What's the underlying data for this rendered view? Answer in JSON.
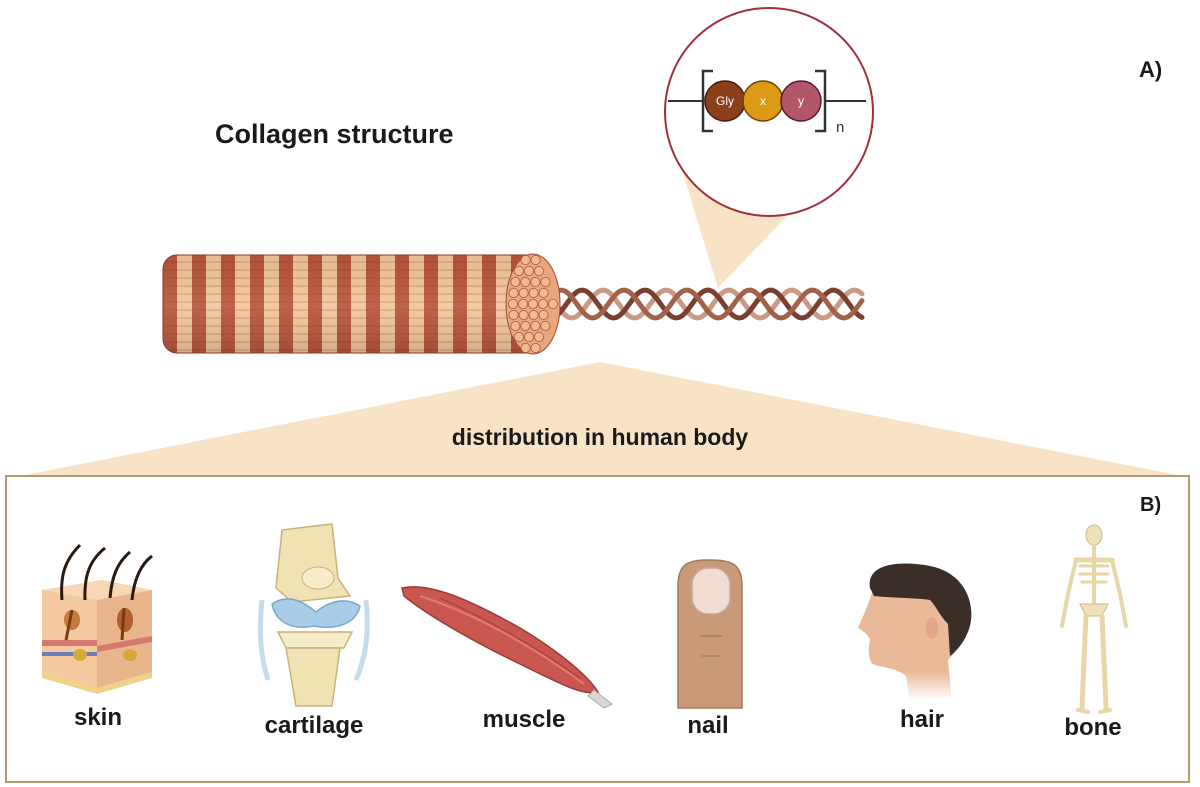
{
  "title": "Collagen structure",
  "panel_a_label": "A)",
  "panel_b_label": "B)",
  "distribution_label": "distribution in human body",
  "repeat_unit": {
    "residues": [
      "Gly",
      "x",
      "y"
    ],
    "subscript": "n",
    "colors": [
      "#8b3f1c",
      "#dd9a17",
      "#b4566a"
    ]
  },
  "colors": {
    "fiber_dark": "#b9553a",
    "fiber_light": "#f2c59c",
    "helix_dark": "#7a3f2e",
    "helix_light": "#c99a84",
    "callout_ring": "#a0303c",
    "zoom_fill": "#f8e3c7",
    "box_border": "#b49a70"
  },
  "tissues": [
    {
      "label": "skin",
      "icon": "skin-icon"
    },
    {
      "label": "cartilage",
      "icon": "knee-joint-icon"
    },
    {
      "label": "muscle",
      "icon": "muscle-icon"
    },
    {
      "label": "nail",
      "icon": "finger-nail-icon"
    },
    {
      "label": "hair",
      "icon": "head-hair-icon"
    },
    {
      "label": "bone",
      "icon": "skeleton-icon"
    }
  ]
}
